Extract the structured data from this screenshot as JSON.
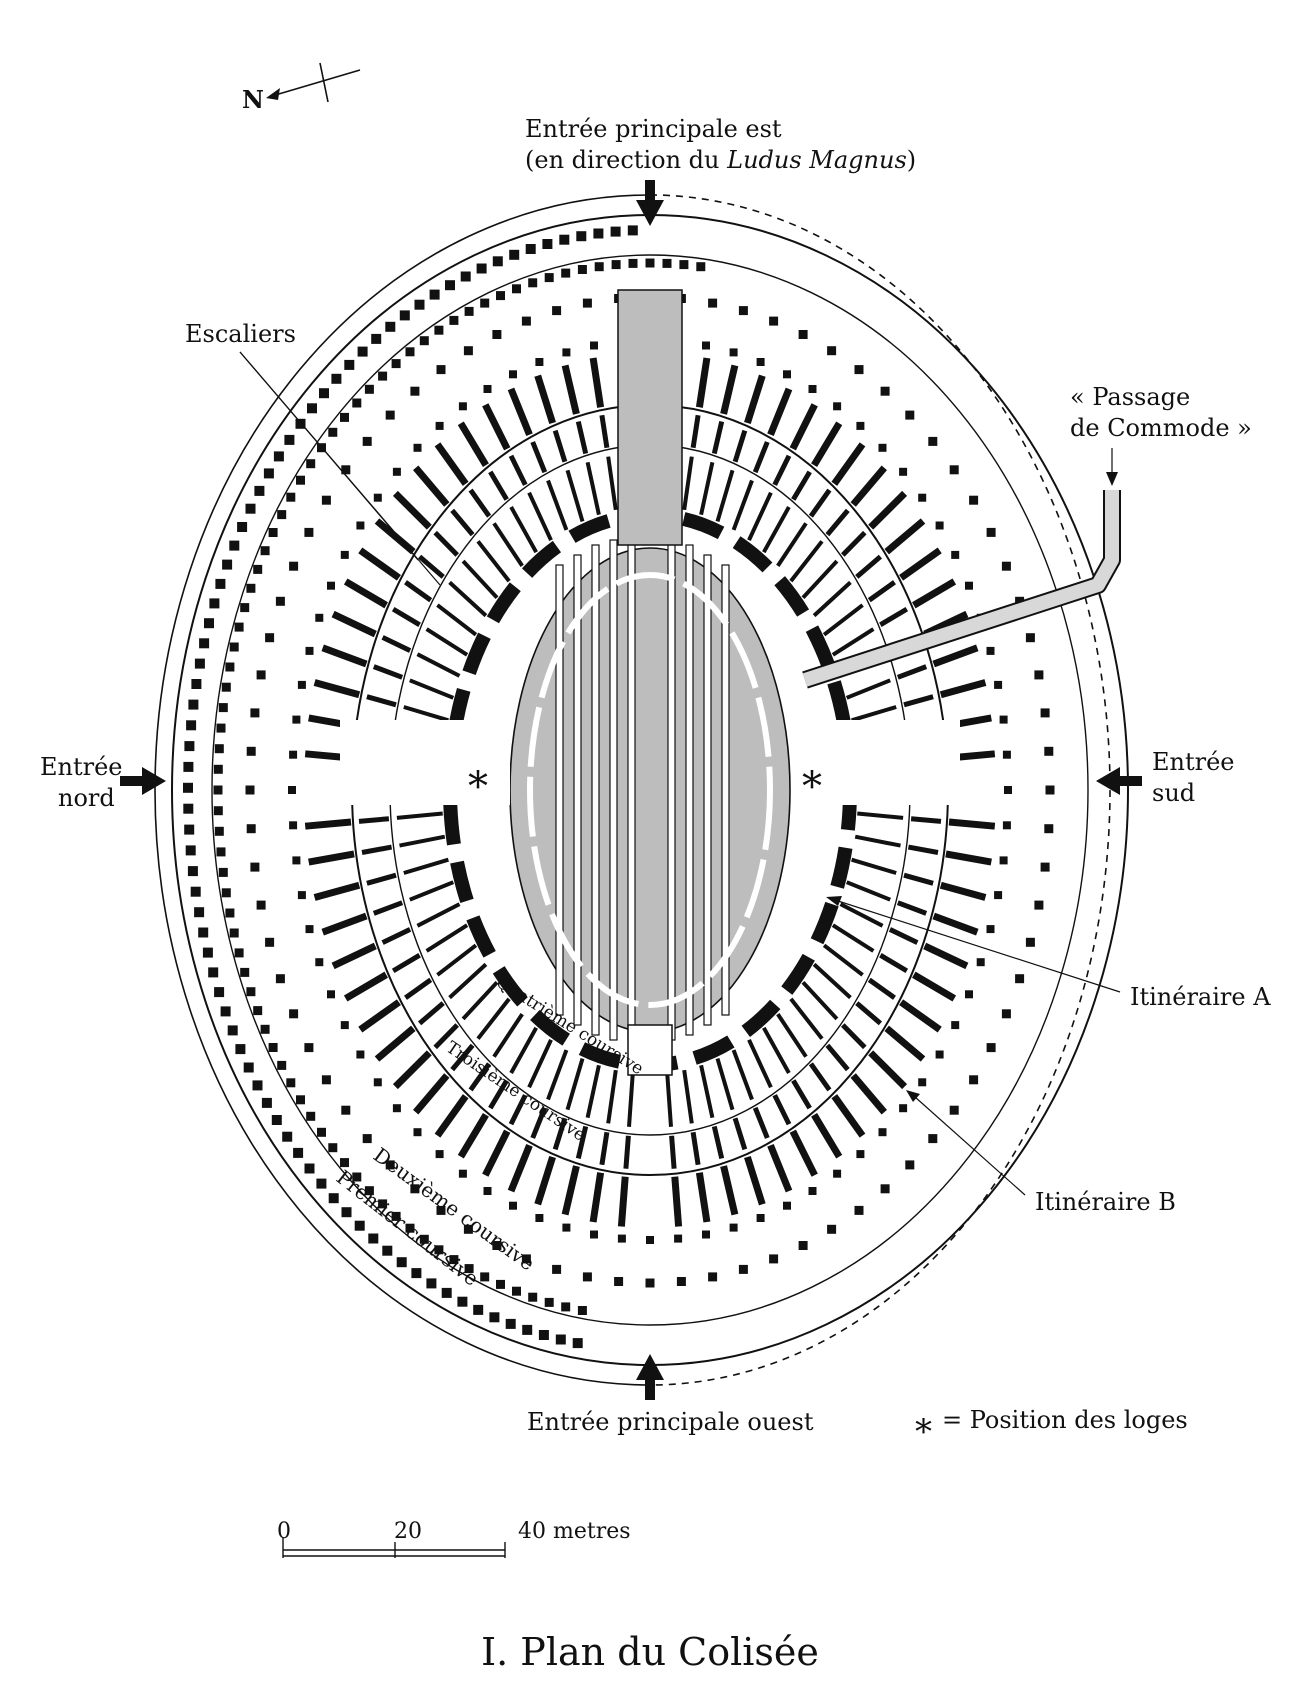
{
  "compass": {
    "letter": "N"
  },
  "labels": {
    "entree_est_line1": "Entrée principale est",
    "entree_est_line2_pre": "(en direction du ",
    "entree_est_line2_italic": "Ludus Magnus",
    "entree_est_line2_post": ")",
    "escaliers": "Escaliers",
    "passage_line1": "« Passage",
    "passage_line2": "de Commode »",
    "entree_nord_line1": "Entrée",
    "entree_nord_line2": "nord",
    "entree_sud_line1": "Entrée",
    "entree_sud_line2": "sud",
    "itineraire_a": "Itinéraire A",
    "itineraire_b": "Itinéraire B",
    "quatrieme": "Quatrième coursive",
    "troisieme": "Troisième coursive",
    "deuxieme": "Deuxième coursive",
    "premier": "Premier coursive",
    "entree_ouest": "Entrée principale ouest",
    "loges_star": "*",
    "loges": "= Position des loges"
  },
  "scale_bar": {
    "tick_0": "0",
    "tick_20": "20",
    "tick_40": "40 metres"
  },
  "caption": "I. Plan du Colisée",
  "colors": {
    "ink": "#111111",
    "arena": "#bdbdbd",
    "paper": "#ffffff"
  }
}
